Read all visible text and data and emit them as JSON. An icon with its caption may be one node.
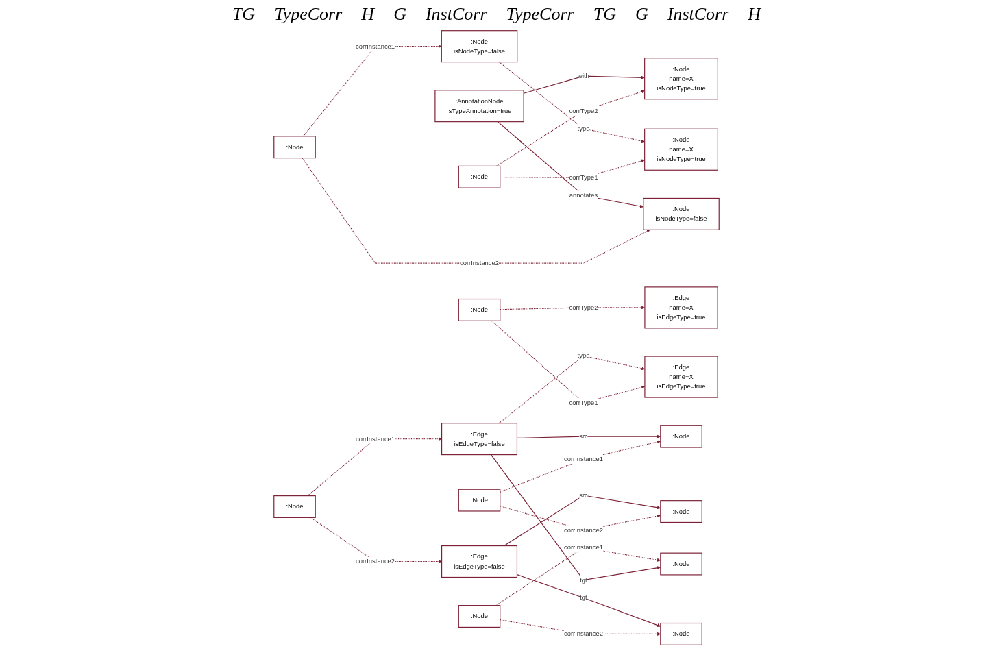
{
  "diagram": {
    "nodes": [
      {
        "text": [
          ":Node",
          "name=X",
          "isNodeType=true"
        ]
      },
      {
        "text": [
          ":Node"
        ]
      },
      {
        "text": [
          ":Node",
          "name=X",
          "isNodeType=true"
        ]
      },
      {
        "text": [
          ":AnnotationNode",
          "isTypeAnnotation=true"
        ]
      },
      {
        "text": [
          ":Node",
          "isNodeType=false"
        ]
      },
      {
        "text": [
          ":Node"
        ]
      },
      {
        "text": [
          ":Node",
          "isNodeType=false"
        ]
      },
      {
        "text": [
          ":Node"
        ]
      },
      {
        "text": [
          ":Node"
        ]
      },
      {
        "text": [
          ":Edge",
          "name=X",
          "isEdgeType=true"
        ]
      },
      {
        "text": [
          ":Node"
        ]
      },
      {
        "text": [
          ":Node"
        ]
      },
      {
        "text": [
          ":Edge",
          "name=X",
          "isEdgeType=true"
        ]
      },
      {
        "text": [
          ":Edge",
          "isEdgeType=false"
        ]
      },
      {
        "text": [
          ":Edge",
          "isEdgeType=false"
        ]
      },
      {
        "text": [
          ":Node"
        ]
      },
      {
        "text": [
          ":Node"
        ]
      },
      {
        "text": [
          ":Node"
        ]
      },
      {
        "text": [
          ":Node"
        ]
      }
    ],
    "edges": [
      {
        "from": 1,
        "to": 0,
        "arrow": "to",
        "label": "corrType1",
        "style": "dashed"
      },
      {
        "from": 1,
        "to": 2,
        "arrow": "to",
        "label": "corrType2",
        "style": "dashed"
      },
      {
        "from": 3,
        "to": 2,
        "arrow": "to",
        "label": "with"
      },
      {
        "from": 4,
        "to": 0,
        "arrow": "to",
        "label": "type",
        "style": "dashed"
      },
      {
        "from": 5,
        "to": 4,
        "arrow": "to",
        "label": "corrInstance1",
        "style": "dashed"
      },
      {
        "from": 5,
        "to": 6,
        "arrow": "to",
        "label": "corrInstance2",
        "style": "dashed"
      },
      {
        "from": 3,
        "to": 6,
        "arrow": "to",
        "label": "annotates"
      },
      {
        "from": 7,
        "to": 12,
        "arrow": "to",
        "label": "corrType1",
        "style": "dashed"
      },
      {
        "from": 7,
        "to": 9,
        "arrow": "to",
        "label": "corrType2",
        "style": "dashed"
      },
      {
        "from": 13,
        "to": 12,
        "arrow": "to",
        "label": "type",
        "style": "dashed"
      },
      {
        "from": 10,
        "to": 8,
        "arrow": "to",
        "label": "corrInstance1",
        "style": "dashed"
      },
      {
        "from": 10,
        "to": 11,
        "arrow": "to",
        "label": "corrInstance2",
        "style": "dashed"
      },
      {
        "from": 13,
        "to": 8,
        "arrow": "to",
        "label": "src"
      },
      {
        "from": 14,
        "to": 11,
        "arrow": "to",
        "label": "src"
      },
      {
        "from": 15,
        "to": 13,
        "arrow": "to",
        "label": "corrInstance1",
        "style": "dashed"
      },
      {
        "from": 15,
        "to": 14,
        "arrow": "to",
        "label": "corrInstance2",
        "style": "dashed"
      },
      {
        "from": 13,
        "to": 16,
        "arrow": "to",
        "label": "tgt"
      },
      {
        "from": 17,
        "to": 16,
        "arrow": "to",
        "label": "corrInstance1",
        "style": "dashed"
      },
      {
        "from": 17,
        "to": 18,
        "arrow": "to",
        "label": "corrInstance2",
        "style": "dashed"
      },
      {
        "from": 14,
        "to": 18,
        "arrow": "to",
        "label": "tgt"
      }
    ],
    "labels": [
      "TG",
      "TypeCorr",
      "H",
      "G",
      "InstCorr",
      "TypeCorr",
      "TG",
      "G",
      "InstCorr",
      "H"
    ]
  }
}
